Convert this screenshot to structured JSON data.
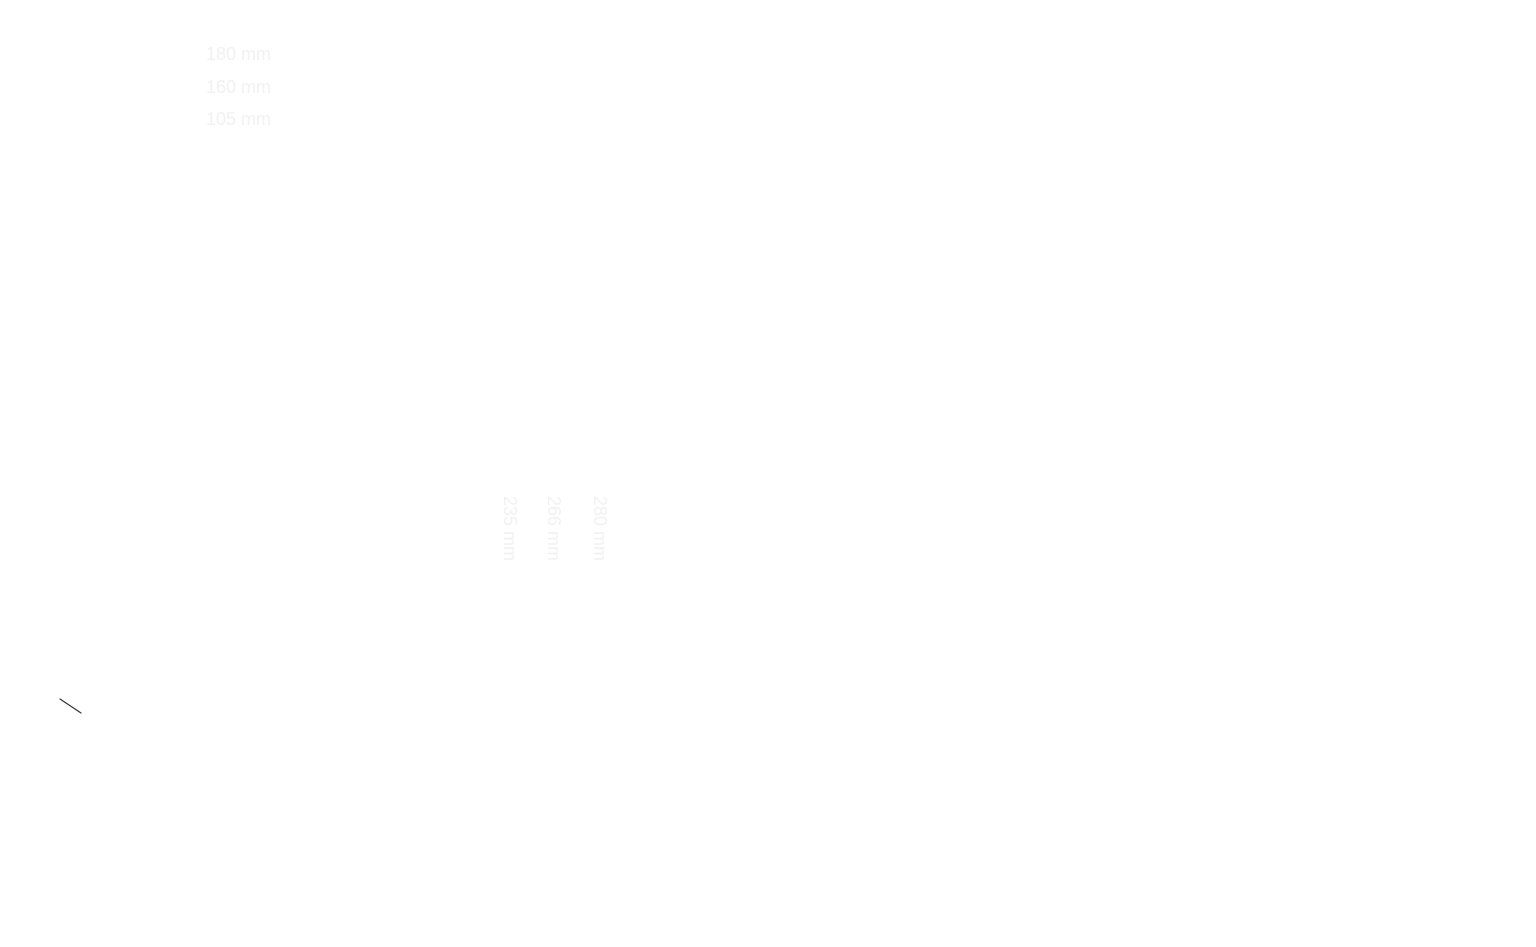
{
  "width_options": {
    "items": [
      {
        "label": "180 mm"
      },
      {
        "label": "160 mm"
      },
      {
        "label": "105 mm"
      }
    ]
  },
  "height_options": {
    "items": [
      {
        "label": "235 mm"
      },
      {
        "label": "266 mm"
      },
      {
        "label": "280 mm"
      }
    ]
  },
  "colors": {
    "label_text": "#f1f1f1",
    "background": "#ffffff",
    "pointer_stroke": "#333333"
  },
  "icons": {
    "pointer": "diagonal-line-icon"
  }
}
